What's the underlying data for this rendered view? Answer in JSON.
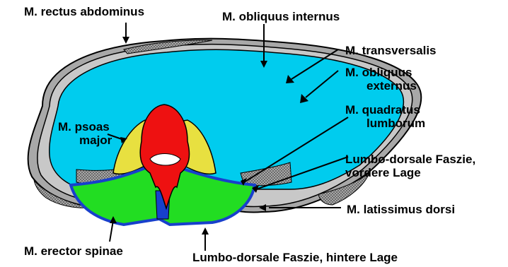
{
  "labels": {
    "rectus_abdominus": "M. rectus abdominus",
    "obliquus_internus": "M. obliquus internus",
    "transversalis": "M. transversalis",
    "obliquus_externus": [
      "M. obliquus",
      "externus"
    ],
    "quadratus_lumborum": [
      "M. quadratus",
      "lumborum"
    ],
    "psoas_major": [
      "M. psoas",
      "major"
    ],
    "fascia_vordere": [
      "Lumbo-dorsale Faszie,",
      "vordere Lage"
    ],
    "latissimus_dorsi": "M. latissimus dorsi",
    "erector_spinae": "M. erector spinae",
    "fascia_hintere": "Lumbo-dorsale Faszie, hintere Lage"
  },
  "colors": {
    "abdominal_cavity": "#00CCEE",
    "muscle_wall": "#A8A8A8",
    "fascia": "#1840CC",
    "erector_spinae": "#22DD22",
    "psoas_major": "#E8E040",
    "vertebra": "#EE1111",
    "outline": "#000000"
  }
}
